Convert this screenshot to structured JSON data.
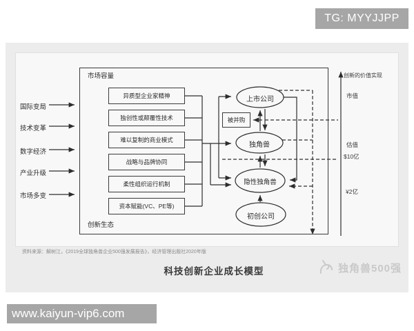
{
  "watermarks": {
    "tg_badge": "TG: MYYJJPP",
    "site_badge": "www.kaiyun-vip6.com"
  },
  "figure": {
    "title": "科技创新企业成长模型",
    "source": "资料来源：解树江，《2019全球独角兽企业500强发展报告》，经济管理出版社2020年版",
    "logo": {
      "icon": "unicorn-icon",
      "text": "独角兽500强"
    },
    "diagram": {
      "container_top_label": "市场容量",
      "container_bottom_label": "创新生态",
      "external_factors": [
        "国际变局",
        "技术变革",
        "数字经济",
        "产业升级",
        "市场多变"
      ],
      "capability_boxes": [
        "异质型企业家精神",
        "独创性或颠覆性技术",
        "难以复制的商业模式",
        "战略与品牌协同",
        "柔性组织运行机制",
        "资本赋能(VC、PE等)"
      ],
      "stages": {
        "listed": "上市公司",
        "merged": "被并购",
        "unicorn": "独角兽",
        "hidden_unicorn": "隐性独角兽",
        "startup": "初创公司"
      },
      "axis": {
        "top_label": "创新的价值实现",
        "market_value": "市值",
        "valuation": "估值",
        "threshold_high": "$10亿",
        "threshold_low": "¥2亿"
      }
    },
    "colors": {
      "badge_bg": "#a6a6a6",
      "panel_bg": "#ececec",
      "line": "#2d2d2d",
      "logo_gray": "#c9c9c9"
    }
  }
}
